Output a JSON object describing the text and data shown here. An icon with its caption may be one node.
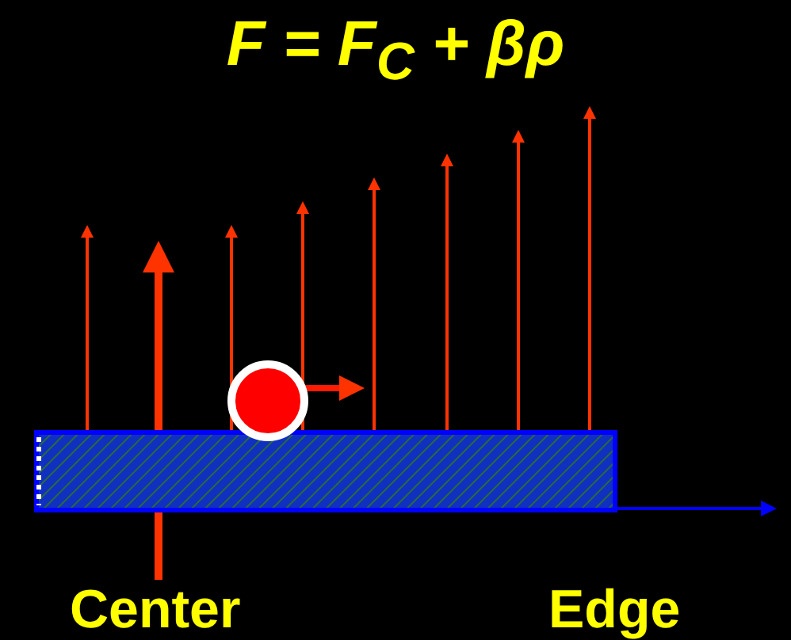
{
  "diagram": {
    "title": "F = F$_{C}$ + βρ",
    "labels": [
      "Center",
      "Edge"
    ]
  }
}
